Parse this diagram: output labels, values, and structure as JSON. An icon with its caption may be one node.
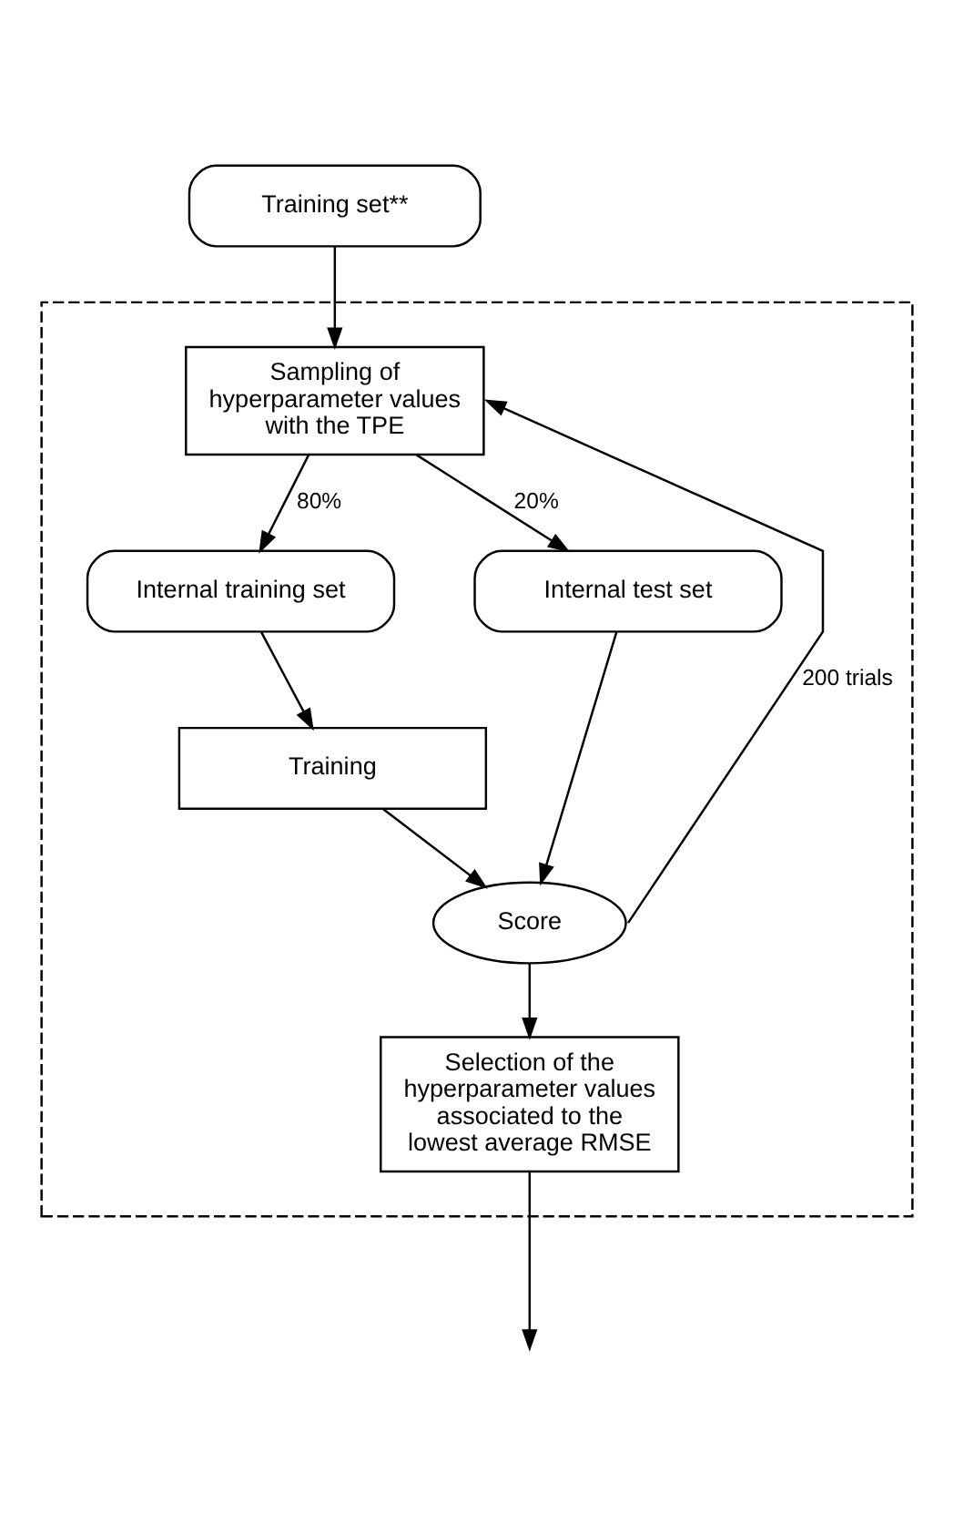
{
  "diagram": {
    "nodes": [
      {
        "text": [
          "Training set**"
        ]
      },
      {
        "text": [],
        "shape": "box"
      },
      {
        "text": [
          "Sampling of hyperparameter values with the TPE"
        ],
        "in": 1
      },
      {
        "text": [
          "Internal training set"
        ],
        "in": 1
      },
      {
        "text": [
          "Internal test set"
        ],
        "in": 1
      },
      {
        "text": [
          "Training"
        ],
        "in": 1
      },
      {
        "text": [
          "Score"
        ],
        "in": 1
      },
      {
        "text": [
          "Selection of the hyperparameter values associated to the lowest average RMSE"
        ],
        "in": 1
      }
    ],
    "edges": [
      {
        "from": 0,
        "to": 2,
        "arrow": "to"
      },
      {
        "from": 2,
        "to": 3,
        "arrow": "to",
        "label": "80%"
      },
      {
        "from": 2,
        "to": 4,
        "arrow": "to",
        "label": "20%"
      },
      {
        "from": 3,
        "to": 5,
        "arrow": "to"
      },
      {
        "from": 5,
        "to": 6,
        "arrow": "to"
      },
      {
        "from": 4,
        "to": 6,
        "arrow": "to"
      },
      {
        "from": 6,
        "to": 2,
        "arrow": "to",
        "label": "200 trials"
      },
      {
        "from": 6,
        "to": 7,
        "arrow": "to"
      },
      {
        "from": 7,
        "to": null,
        "arrow": "to"
      }
    ]
  }
}
